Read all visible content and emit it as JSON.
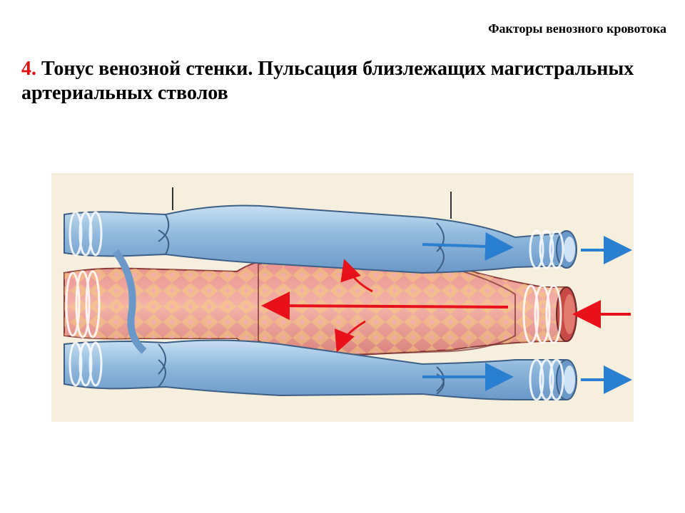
{
  "header": {
    "text": "Факторы венозного кровотока"
  },
  "title": {
    "number": "4.",
    "text": " Тонус венозной стенки. Пульсация близлежащих магистральных артериальных стволов"
  },
  "colors": {
    "accent_number": "#e01010",
    "vein": "#8fb8dc",
    "artery": "#e89a94",
    "vein_arrow": "#2a7fd0",
    "artery_arrow": "#e8101a",
    "paper": "#f6efdd"
  },
  "figure": {
    "description_icons": [
      "vein-upper",
      "artery",
      "vein-lower",
      "valve",
      "flow-arrow",
      "pulse-arrow"
    ]
  }
}
